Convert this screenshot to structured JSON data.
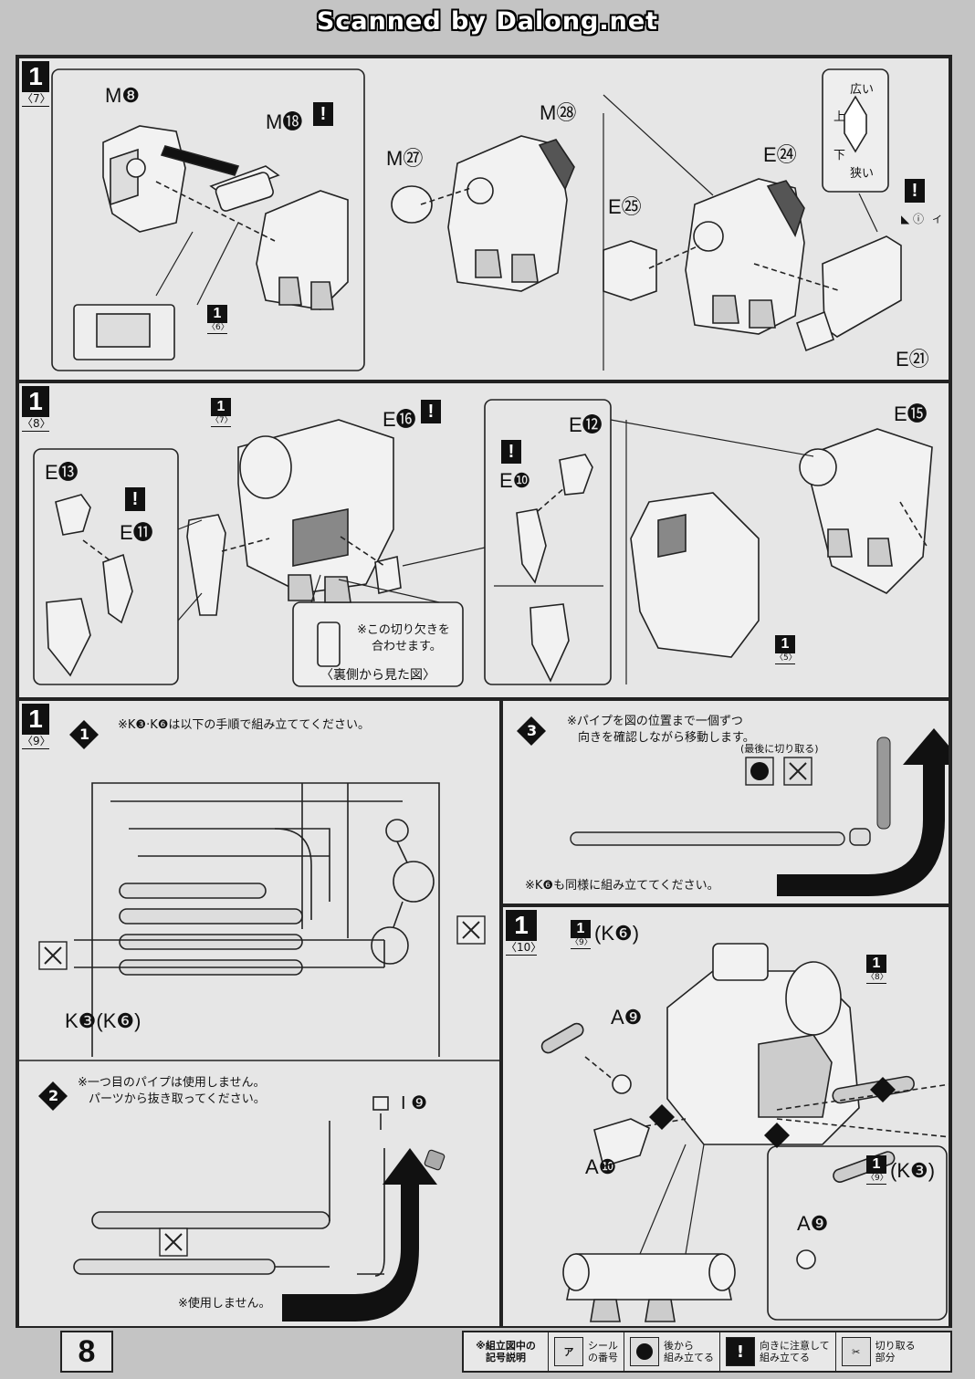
{
  "header": {
    "scan_credit": "Scanned by Dalong.net"
  },
  "page_number": "8",
  "step_7": {
    "step": "1",
    "sub": "〈7〉",
    "labels": [
      "M❽",
      "M⓲",
      "M㉗",
      "M㉘",
      "E㉔",
      "E㉕",
      "E㉑"
    ],
    "ref": {
      "n": "1",
      "s": "〈6〉"
    },
    "inset": {
      "wide": "広い",
      "up": "上",
      "down": "下",
      "narrow": "狭い"
    },
    "seal_mark": "イ"
  },
  "step_8": {
    "step": "1",
    "sub": "〈8〉",
    "labels": [
      "E⓭",
      "E⓫",
      "E⓰",
      "E⓬",
      "E❿",
      "E⓯"
    ],
    "ref_top": {
      "n": "1",
      "s": "〈7〉"
    },
    "ref_bottom": {
      "n": "1",
      "s": "〈5〉"
    },
    "notch_note_1": "※この切り欠きを",
    "notch_note_2": "合わせます。",
    "back_view": "〈裏側から見た図〉"
  },
  "step_9": {
    "step": "1",
    "sub": "〈9〉",
    "s1_note": "※K❸·K❻は以下の手順で組み立ててください。",
    "s1_label": "K❸(K❻)",
    "s2_note_1": "※一つ目のパイプは使用しません。",
    "s2_note_2": "パーツから抜き取ってください。",
    "s2_part": "I ❾",
    "s2_unused": "※使用しません。",
    "s3_note_1": "※パイプを図の位置まで一個ずつ",
    "s3_note_2": "向きを確認しながら移動します。",
    "s3_last_cut": "(最後に切り取る)",
    "s3_same": "※K❻も同様に組み立ててください。",
    "step_nums": [
      "1",
      "2",
      "3"
    ]
  },
  "step_10": {
    "step": "1",
    "sub": "〈10〉",
    "ref_k6": {
      "n": "1",
      "s": "〈9〉",
      "t": "(K❻)"
    },
    "ref_8": {
      "n": "1",
      "s": "〈8〉"
    },
    "ref_k3": {
      "n": "1",
      "s": "〈9〉",
      "t": "(K❸)"
    },
    "labels": [
      "A❾",
      "A❿",
      "A❾"
    ]
  },
  "legend": {
    "title_1": "※組立図中の",
    "title_2": "記号説明",
    "items": [
      {
        "icon": "ア",
        "text_1": "シール",
        "text_2": "の番号"
      },
      {
        "icon": "",
        "text_1": "後から",
        "text_2": "組み立てる"
      },
      {
        "icon": "!",
        "text_1": "向きに注意して",
        "text_2": "組み立てる"
      },
      {
        "icon": "",
        "text_1": "切り取る",
        "text_2": "部分"
      }
    ]
  }
}
